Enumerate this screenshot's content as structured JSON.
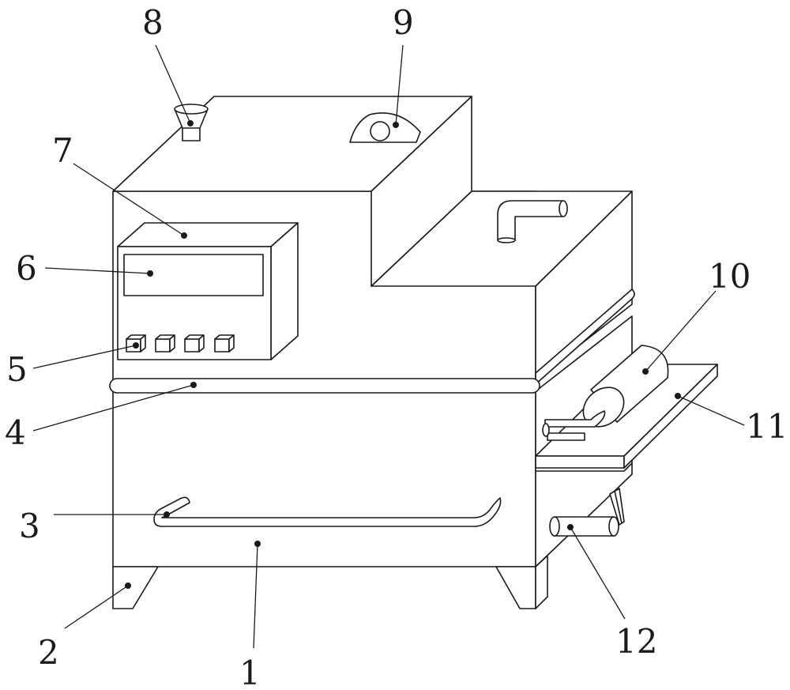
{
  "callouts": {
    "n1": "1",
    "n2": "2",
    "n3": "3",
    "n4": "4",
    "n5": "5",
    "n6": "6",
    "n7": "7",
    "n8": "8",
    "n9": "9",
    "n10": "10",
    "n11": "11",
    "n12": "12"
  },
  "colors": {
    "line": "#1a1a1a",
    "background": "#ffffff"
  }
}
